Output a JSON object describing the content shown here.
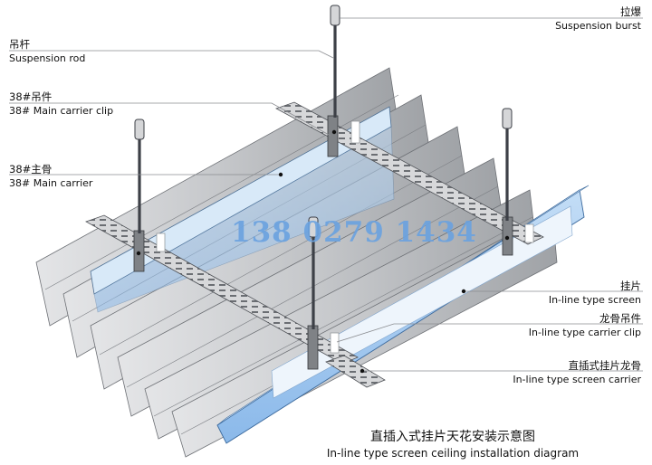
{
  "labels": [
    {
      "id": "suspension-burst",
      "zh": "拉爆",
      "en": "Suspension burst"
    },
    {
      "id": "suspension-rod",
      "zh": "吊杆",
      "en": "Suspension rod"
    },
    {
      "id": "main-carrier-clip",
      "zh": "38#吊件",
      "en": "38# Main carrier clip"
    },
    {
      "id": "main-carrier",
      "zh": "38#主骨",
      "en": "38# Main carrier"
    },
    {
      "id": "inline-screen",
      "zh": "挂片",
      "en": "In-line type screen"
    },
    {
      "id": "carrier-clip",
      "zh": "龙骨吊件",
      "en": "In-line type carrier clip"
    },
    {
      "id": "screen-carrier",
      "zh": "直插式挂片龙骨",
      "en": "In-line type screen carrier"
    }
  ],
  "title": {
    "zh": "直插入式挂片天花安装示意图",
    "en": "In-line type screen ceiling installation diagram"
  },
  "watermark": "138 0279 1434",
  "colors": {
    "panel_gray": "#c9cacc",
    "panel_dark": "#8f9194",
    "blue_carrier": "#9ec6ef",
    "screen_pale": "#e7f1fb",
    "rod": "#3d4047",
    "watermark": "#6aa2e0"
  }
}
